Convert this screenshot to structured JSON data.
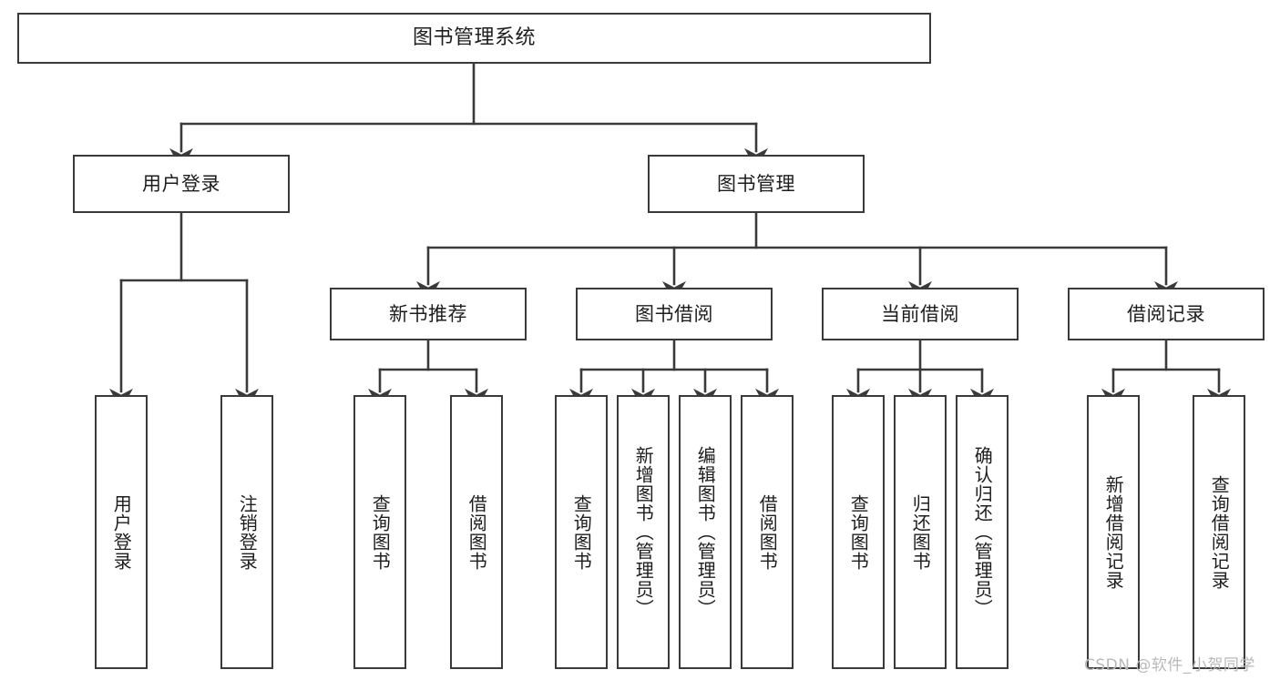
{
  "diagram": {
    "title": "图书管理系统",
    "style": {
      "box_border_color": "#3a3a3a",
      "box_fill_color": "#ffffff",
      "connector_color": "#3a3a3a",
      "text_color": "#1d1d1d",
      "background_color": "#ffffff"
    },
    "levels": {
      "root": {
        "label": "图书管理系统"
      },
      "level2": [
        {
          "id": "user-login",
          "label": "用户登录"
        },
        {
          "id": "book-manage",
          "label": "图书管理"
        }
      ],
      "level3": [
        {
          "id": "new-book-rec",
          "label": "新书推荐"
        },
        {
          "id": "book-borrow",
          "label": "图书借阅"
        },
        {
          "id": "current-borrow",
          "label": "当前借阅"
        },
        {
          "id": "borrow-record",
          "label": "借阅记录"
        }
      ],
      "leaves": [
        {
          "id": "leaf-user-login",
          "label": "用户登录",
          "parent": "user-login"
        },
        {
          "id": "leaf-user-logout",
          "label": "注销登录",
          "parent": "user-login"
        },
        {
          "id": "leaf-query-book-1",
          "label": "查询图书",
          "parent": "new-book-rec"
        },
        {
          "id": "leaf-borrow-book-1",
          "label": "借阅图书",
          "parent": "new-book-rec"
        },
        {
          "id": "leaf-query-book-2",
          "label": "查询图书",
          "parent": "book-borrow"
        },
        {
          "id": "leaf-add-book",
          "label": "新增图书（管理员）",
          "parent": "book-borrow"
        },
        {
          "id": "leaf-edit-book",
          "label": "编辑图书（管理员）",
          "parent": "book-borrow"
        },
        {
          "id": "leaf-borrow-book-2",
          "label": "借阅图书",
          "parent": "book-borrow"
        },
        {
          "id": "leaf-query-book-3",
          "label": "查询图书",
          "parent": "current-borrow"
        },
        {
          "id": "leaf-return-book",
          "label": "归还图书",
          "parent": "current-borrow"
        },
        {
          "id": "leaf-confirm-return",
          "label": "确认归还（管理员）",
          "parent": "current-borrow"
        },
        {
          "id": "leaf-add-record",
          "label": "新增借阅记录",
          "parent": "borrow-record"
        },
        {
          "id": "leaf-query-record",
          "label": "查询借阅记录",
          "parent": "borrow-record"
        }
      ]
    },
    "watermark": "CSDN @软件_小贺同学"
  }
}
